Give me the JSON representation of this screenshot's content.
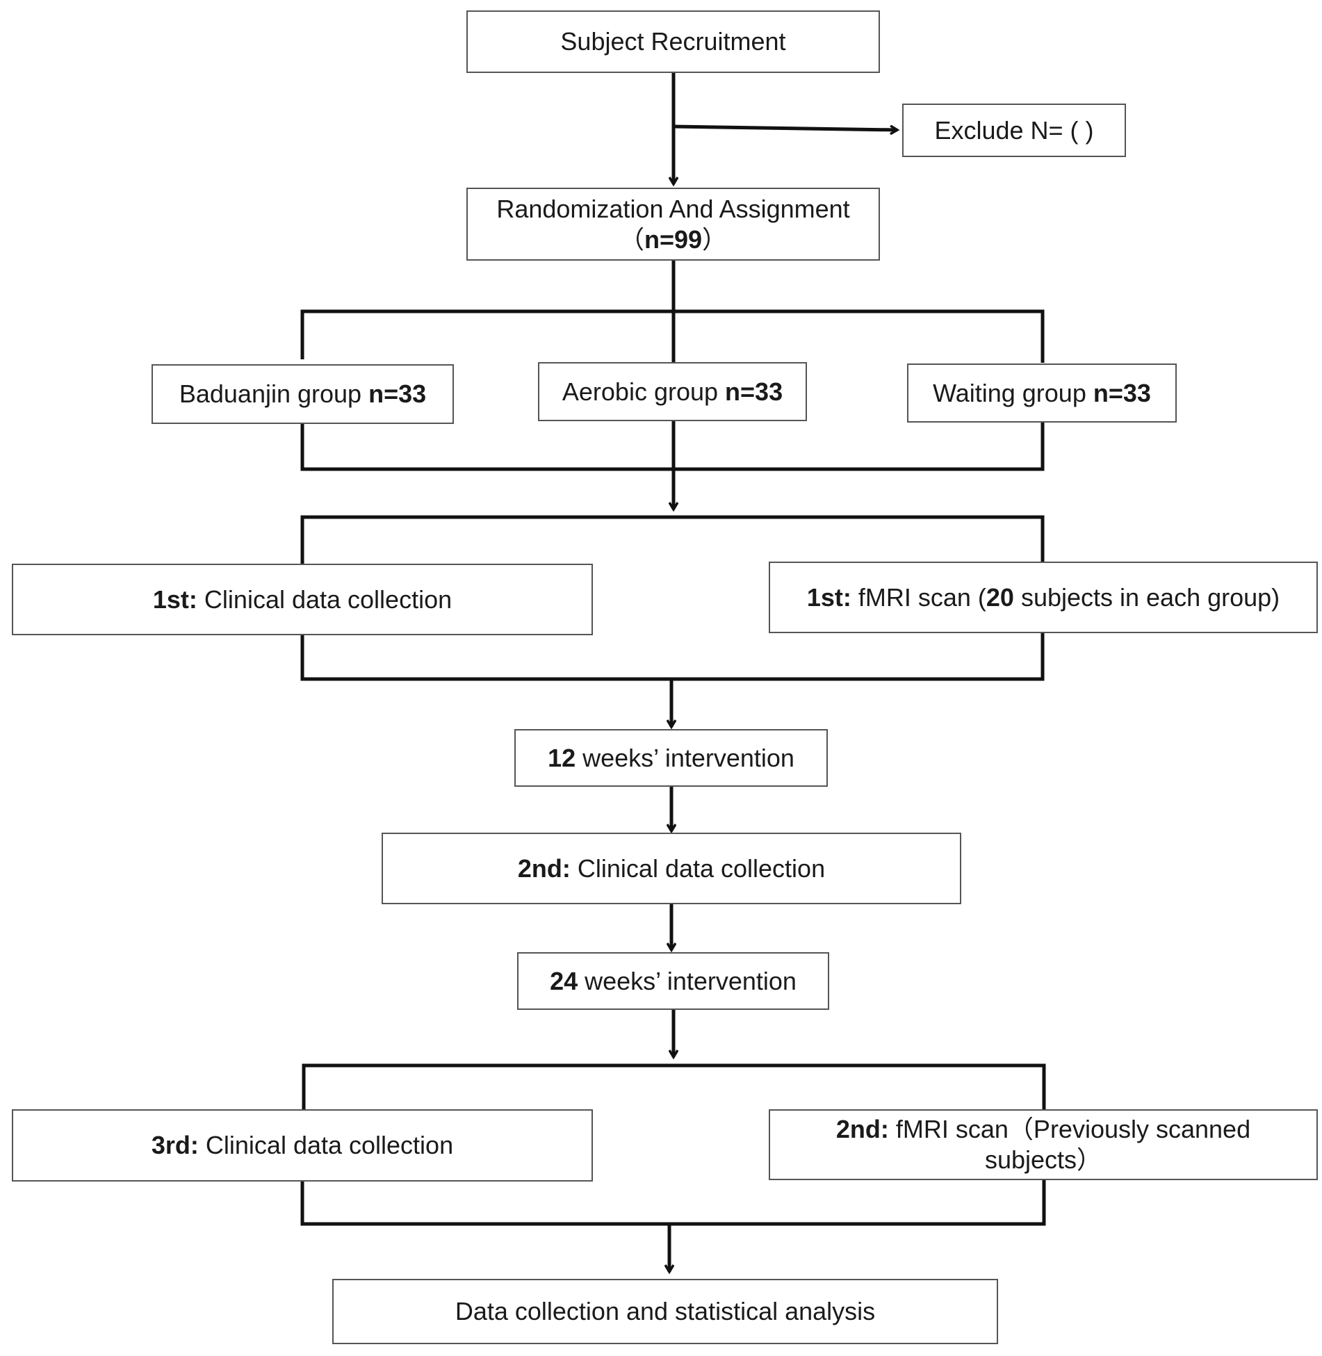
{
  "flow": {
    "recruitment": "Subject Recruitment",
    "exclude": "Exclude N= ( )",
    "randomization": {
      "line1": "Randomization And Assignment",
      "line2_open": "（",
      "line2_value": "n=99",
      "line2_close": "）"
    },
    "groups": [
      {
        "name": "Baduanjin group ",
        "count": "n=33"
      },
      {
        "name": "Aerobic group ",
        "count": "n=33"
      },
      {
        "name": "Waiting group ",
        "count": "n=33"
      }
    ],
    "first_clinical": {
      "label": "1st:",
      "text": " Clinical data collection"
    },
    "first_fmri": {
      "label": "1st:",
      "text_a": " fMRI scan (",
      "number": "20",
      "text_b": " subjects in each group)"
    },
    "intervention_12": {
      "number": "12",
      "text": " weeks’ intervention"
    },
    "second_clinical": {
      "label": "2nd:",
      "text": " Clinical data collection"
    },
    "intervention_24": {
      "number": "24",
      "text": " weeks’ intervention"
    },
    "third_clinical": {
      "label": "3rd:",
      "text": " Clinical data collection"
    },
    "second_fmri": {
      "label": "2nd:",
      "line1": " fMRI scan（Previously scanned",
      "line2": "subjects）"
    },
    "final": "Data collection and statistical analysis"
  }
}
